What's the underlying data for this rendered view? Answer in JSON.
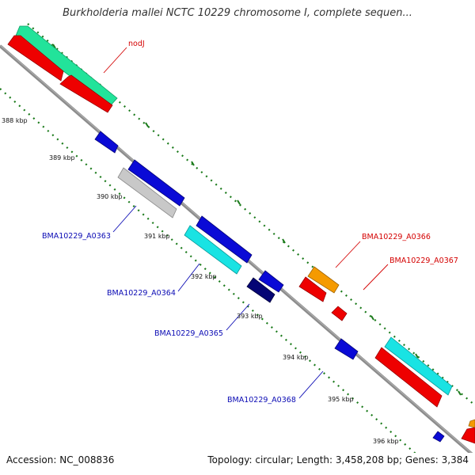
{
  "title": "Burkholderia mallei NCTC 10229 chromosome I, complete sequen...",
  "accession": "Accession: NC_008836",
  "summary": "Topology: circular; Length: 3,458,208 bp; Genes: 3,384",
  "colors": {
    "backbone": "#888888",
    "tick": "#1a7a1a",
    "red": "#ee0000",
    "green": "#22e39a",
    "blue": "#0a0ad6",
    "navy": "#050575",
    "gray": "#c4c4c4",
    "cyan": "#19e3e3",
    "orange": "#f59a00",
    "label_blue": "#0a0ab4",
    "label_red": "#d40000"
  },
  "kbp_labels": [
    "388 kbp",
    "389 kbp",
    "390 kbp",
    "391 kbp",
    "392 kbp",
    "393 kbp",
    "394 kbp",
    "395 kbp",
    "396 kbp"
  ],
  "gene_labels": {
    "nodJ": "nodJ",
    "a0363": "BMA10229_A0363",
    "a0364": "BMA10229_A0364",
    "a0365": "BMA10229_A0365",
    "a0366": "BMA10229_A0366",
    "a0367": "BMA10229_A0367",
    "a0368": "BMA10229_A0368"
  }
}
